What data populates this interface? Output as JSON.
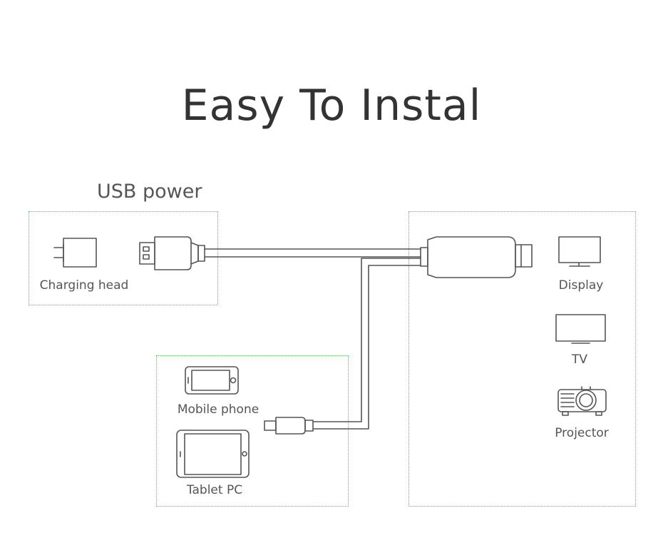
{
  "title": "Easy To Instal",
  "usb_label": "USB power",
  "devices": {
    "charging_head": "Charging head",
    "mobile_phone": "Mobile phone",
    "tablet_pc": "Tablet PC",
    "display": "Display",
    "tv": "TV",
    "projector": "Projector"
  },
  "colors": {
    "box_border": "#5cb85c",
    "line": "#555555"
  }
}
